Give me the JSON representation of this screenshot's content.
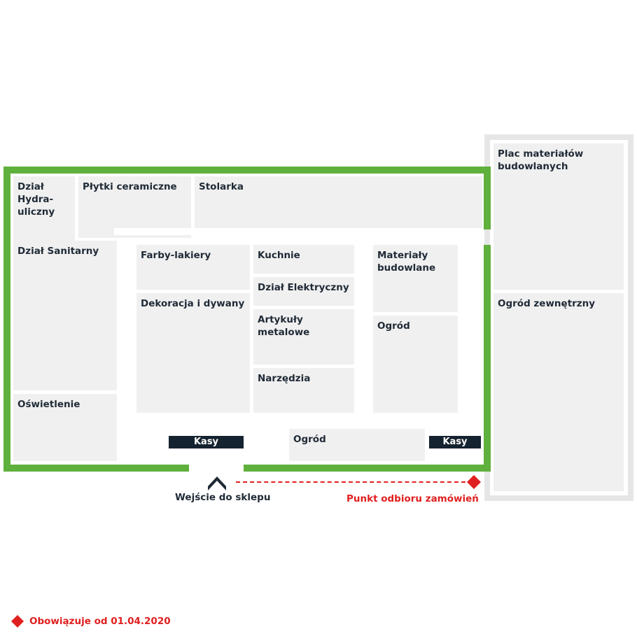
{
  "colors": {
    "wall": "#5fb03c",
    "cell": "#f0f0f0",
    "outdoor_frame": "#e6e6e6",
    "text": "#1f2a36",
    "accent_red": "#e02020",
    "checkout": "#15222f"
  },
  "areas": {
    "hydraulic": "Dział\nHydra-\nuliczny",
    "tiles": "Płytki ceramiczne",
    "joinery": "Stolarka",
    "sanitary": "Dział Sanitarny",
    "lighting": "Oświetlenie",
    "paints": "Farby-lakiery",
    "decoration": "Dekoracja i dywany",
    "kitchens": "Kuchnie",
    "electrical": "Dział Elektryczny",
    "metal": "Artykuły\nmetalowe",
    "tools": "Narzędzia",
    "building_materials": "Materiały\nbudowlane",
    "garden_inner": "Ogród",
    "garden_front": "Ogród",
    "yard": "Plac materiałów\nbudowlanych",
    "outdoor_garden": "Ogród zewnętrzny"
  },
  "checkouts": {
    "left": "Kasy",
    "right": "Kasy"
  },
  "entrance": {
    "label": "Wejście do sklepu",
    "icon": "entrance-arrow-icon"
  },
  "pickup": {
    "label": "Punkt odbioru zamówień",
    "icon": "red-diamond-icon"
  },
  "footer": {
    "validity": "Obowiązuje od 01.04.2020",
    "icon": "red-diamond-icon"
  }
}
